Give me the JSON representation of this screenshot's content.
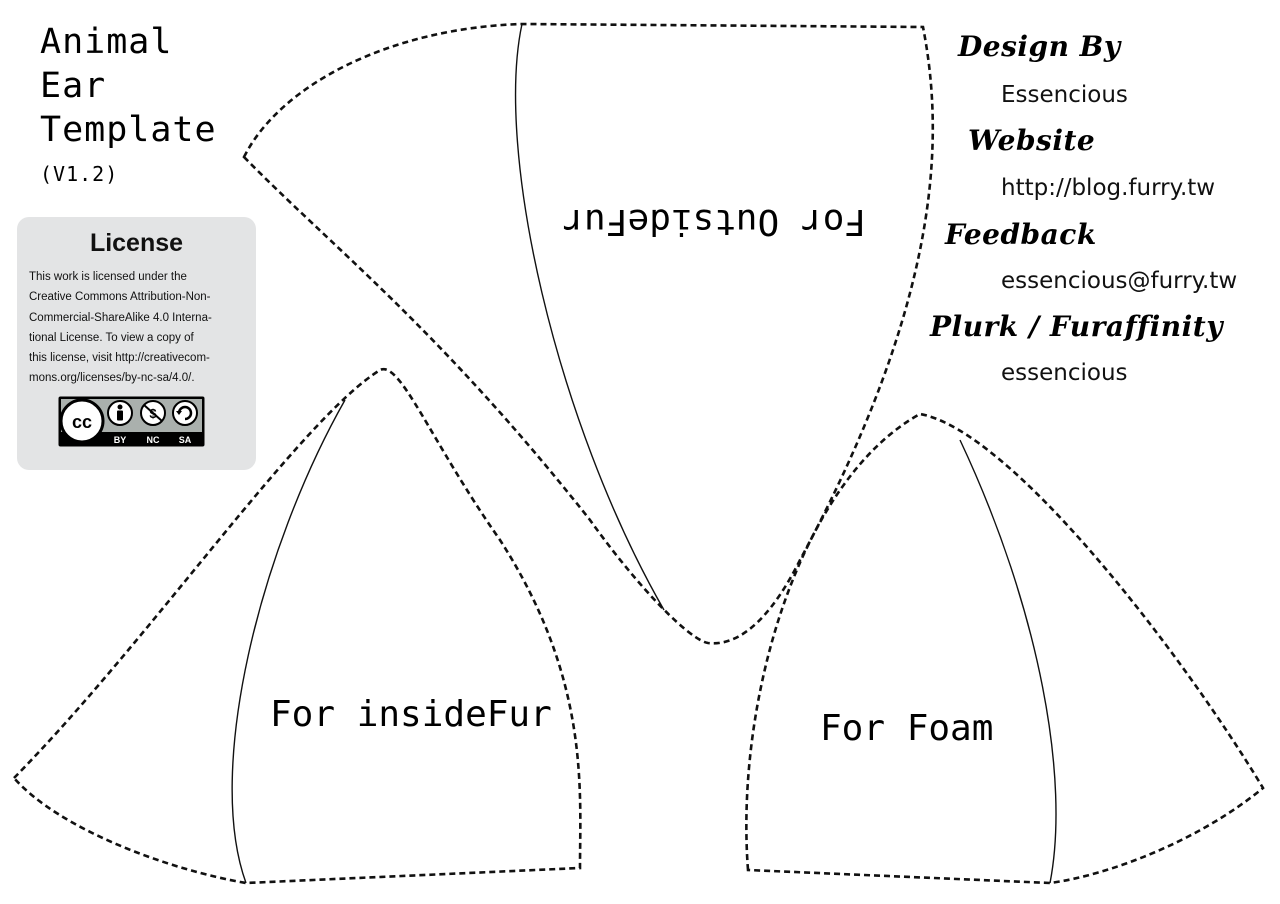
{
  "title": {
    "lines": [
      "Animal",
      "Ear",
      "Template"
    ],
    "version": "(V1.2)"
  },
  "license": {
    "heading": "License",
    "body": "This work is licensed under the\nCreative Commons Attribution-Non-\nCommercial-ShareAlike 4.0 Interna-\ntional License. To view a copy of\nthis license, visit http://creativecom-\nmons.org/licenses/by-nc-sa/4.0/.",
    "badge": {
      "icons": [
        "cc-icon",
        "by-icon",
        "nc-icon",
        "sa-icon"
      ],
      "labels": [
        "BY",
        "NC",
        "SA"
      ]
    }
  },
  "credits": {
    "design_heading": "Design By",
    "design_value": "Essencious",
    "website_heading": "Website",
    "website_value": "http://blog.furry.tw",
    "feedback_heading": "Feedback",
    "feedback_value": "essencious@furry.tw",
    "social_heading": "Plurk / Furaffinity",
    "social_value": "essencious"
  },
  "pieces": {
    "outside_label": "For OutsideFur",
    "inside_label": "For insideFur",
    "foam_label": "For Foam"
  },
  "colors": {
    "line": "#111111",
    "license_bg": "#e3e4e5",
    "badge_bg": "#aab0ad"
  }
}
